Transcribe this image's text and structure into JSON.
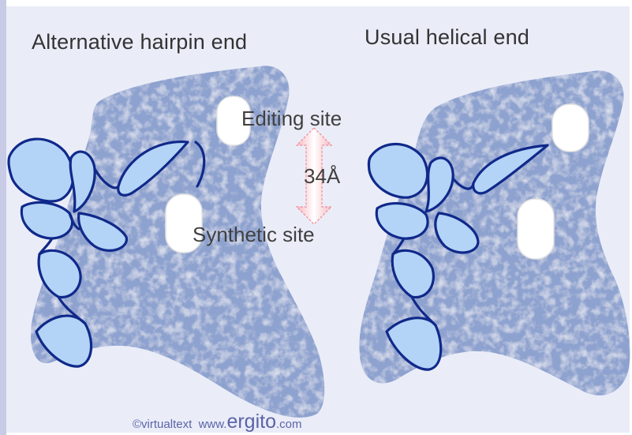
{
  "titles": {
    "left": "Alternative hairpin end",
    "right": "Usual helical end"
  },
  "labels": {
    "editing_site": "Editing site",
    "distance": "34Å",
    "synthetic_site": "Synthetic site"
  },
  "credit": {
    "prefix": "©virtualtext",
    "www": "www.",
    "brand": "ergito",
    "suffix": ".com"
  },
  "colors": {
    "background": "#eaedf8",
    "protein": "#8ea2cf",
    "trna_fill": "#b3d4f7",
    "trna_stroke": "#10298a",
    "arrow": "#f4a7b0"
  }
}
